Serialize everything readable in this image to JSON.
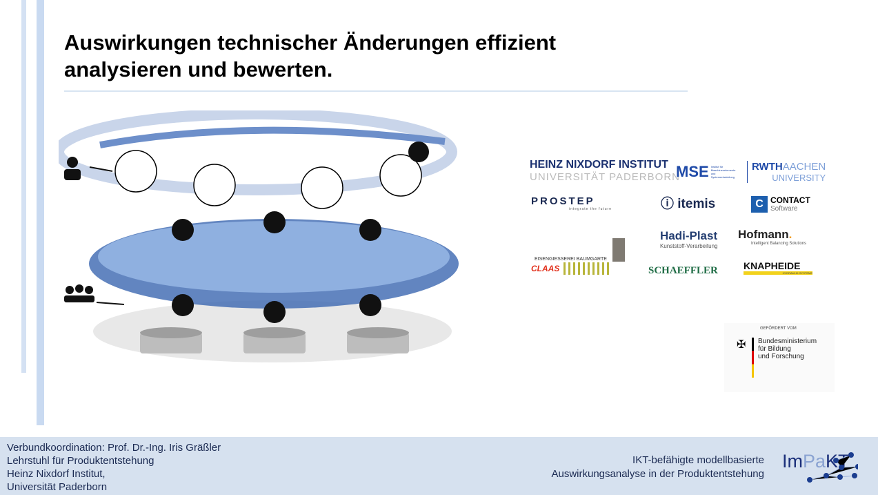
{
  "slide": {
    "title_line1": "Auswirkungen technischer Änderungen effizient",
    "title_line2": "analysieren und bewerten."
  },
  "logos": {
    "hni_line1": "HEINZ NIXDORF INSTITUT",
    "hni_line2": "UNIVERSITÄT PADERBORN",
    "mse": "MSE",
    "mse_sub": "Institut für Maschinenelemente und Systementwicklung",
    "rwth": "RWTH",
    "rwth_aachen": "AACHEN",
    "rwth_univ": "UNIVERSITY",
    "prostep": "PROSTEP",
    "prostep_sub": "integrate the future",
    "itemis": "itemis",
    "contact": "CONTACT",
    "contact_sub": "Software",
    "baumgarte": "EISENGIESSEREI BAUMGARTE",
    "hadi": "Hadi-Plast",
    "hadi_sub": "Kunststoff-Verarbeitung",
    "hofmann": "Hofmann",
    "hofmann_sub": "Intelligent Balancing Solutions",
    "claas": "CLAAS",
    "schaeffler": "SCHAEFFLER",
    "knapheide": "KNAPHEIDE",
    "knapheide_sub": "HYDRAULIK-SYSTEME"
  },
  "funding": {
    "label": "GEFÖRDERT VOM",
    "line1": "Bundesministerium",
    "line2": "für Bildung",
    "line3": "und Forschung"
  },
  "footer": {
    "left": [
      "Verbundkoordination: Prof. Dr.-Ing. Iris Gräßler",
      "Lehrstuhl für Produktentstehung",
      "Heinz Nixdorf Institut,",
      "Universität Paderborn"
    ],
    "right": [
      "IKT-befähigte modellbasierte",
      "Auswirkungsanalyse in der Produktentstehung"
    ],
    "logo_part1": "Im",
    "logo_part2": "Pa",
    "logo_part3": "KT"
  },
  "colors": {
    "accent": "#1b3d8f",
    "footer_bg": "#d6e1ef",
    "side_bar": "#c9daf1"
  }
}
